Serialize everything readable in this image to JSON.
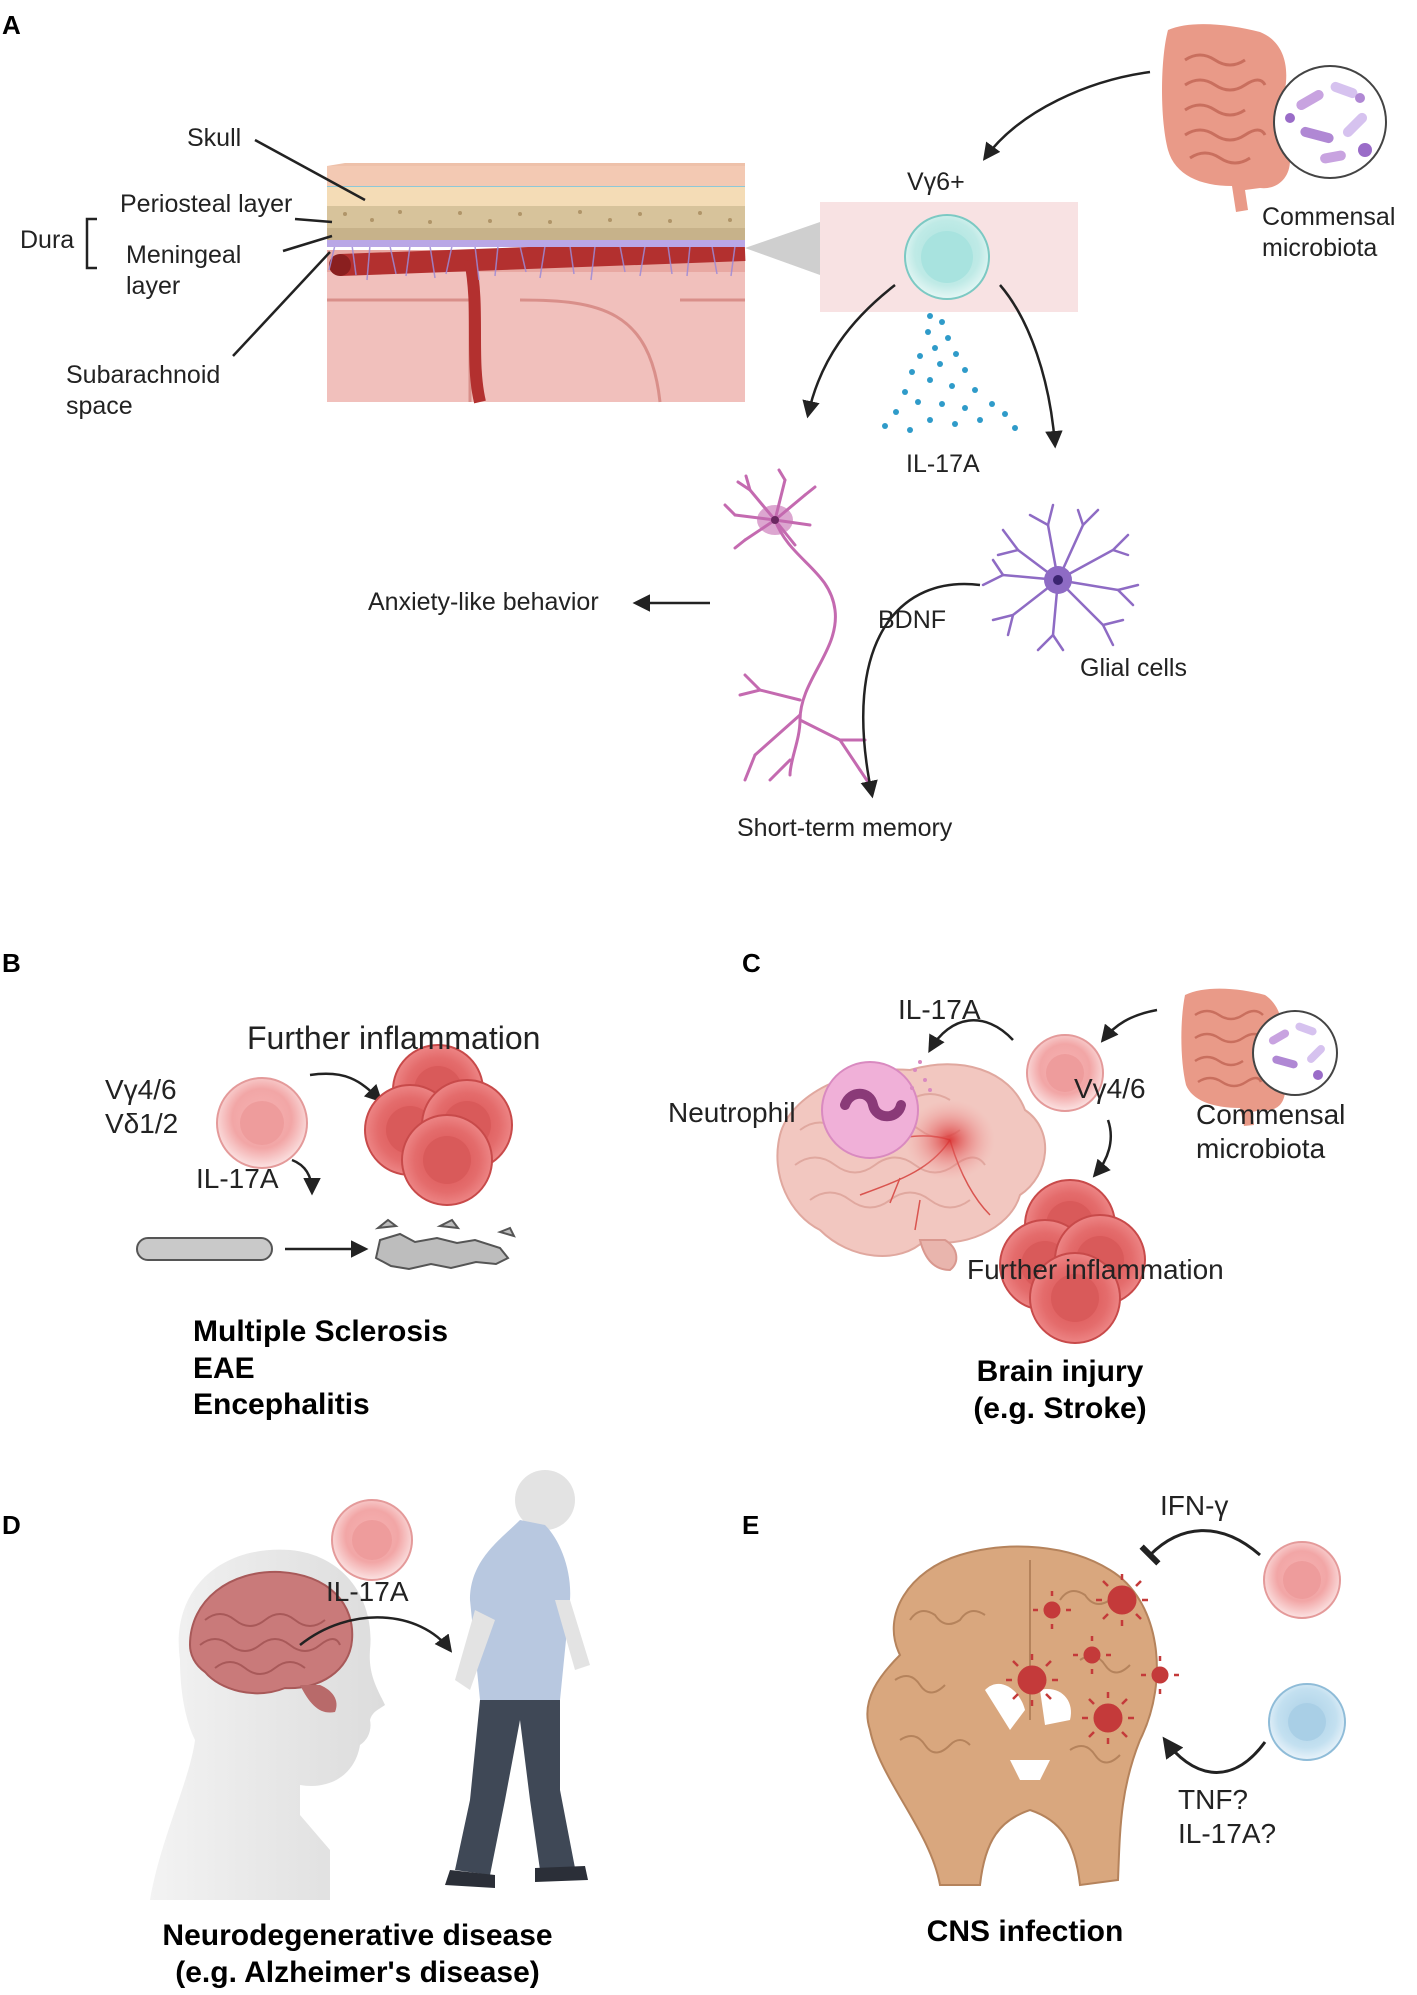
{
  "panels": {
    "a": {
      "letter": "A",
      "labels": {
        "skull": "Skull",
        "dura": "Dura",
        "periosteal": "Periosteal layer",
        "meningeal": "Meningeal\nlayer",
        "subarachnoid": "Subarachnoid\nspace",
        "cell": "Vγ6+",
        "commensal": "Commensal\nmicrobiota",
        "cytokine": "IL-17A",
        "anxiety": "Anxiety-like behavior",
        "bdnf": "BDNF",
        "glial": "Glial cells",
        "memory": "Short-term memory"
      }
    },
    "b": {
      "letter": "B",
      "labels": {
        "further": "Further inflammation",
        "cell": "Vγ4/6\nVδ1/2",
        "cytokine": "IL-17A",
        "disease": "Multiple Sclerosis\nEAE\nEncephalitis"
      }
    },
    "c": {
      "letter": "C",
      "labels": {
        "cytokine": "IL-17A",
        "neutrophil": "Neutrophil",
        "cell": "Vγ4/6",
        "commensal": "Commensal\nmicrobiota",
        "further": "Further inflammation",
        "disease": "Brain injury\n(e.g. Stroke)"
      }
    },
    "d": {
      "letter": "D",
      "labels": {
        "cytokine": "IL-17A",
        "disease": "Neurodegenerative disease\n(e.g. Alzheimer's disease)"
      }
    },
    "e": {
      "letter": "E",
      "labels": {
        "ifn": "IFN-γ",
        "tnf": "TNF?\nIL-17A?",
        "disease": "CNS infection"
      }
    }
  },
  "colors": {
    "cell_pink": "#f2a6a6",
    "cell_teal": "#a8e3df",
    "cell_blue": "#b9d9ec",
    "neuron": "#c46ab0",
    "glia": "#8e6bc4",
    "red_cells": "#e06a6a",
    "brain_tan": "#d9a77e",
    "virus": "#c43a3a"
  }
}
